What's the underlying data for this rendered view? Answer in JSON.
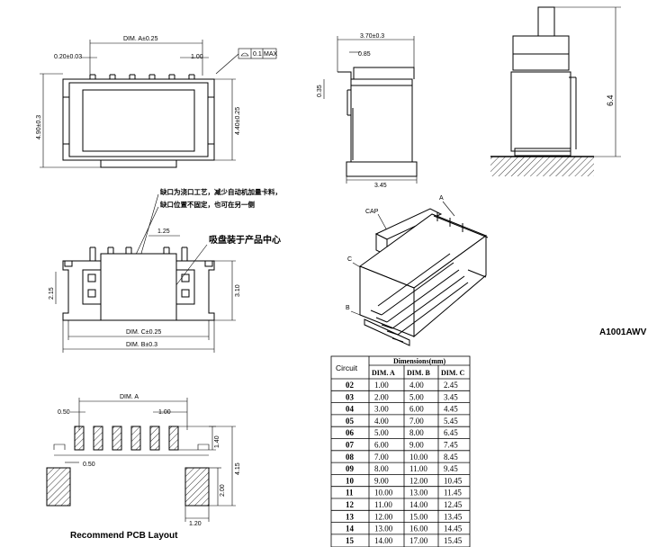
{
  "top_view": {
    "dim_a": "DIM. A±0.25",
    "pitch_tol": "0.20±0.03",
    "pitch": "1.00",
    "flatness": "0.1",
    "flatness_max": "MAX",
    "height_total": "4.90±0.3",
    "height_body": "4.40±0.25"
  },
  "side_view": {
    "width_top": "3.70±0.3",
    "pin_thk": "0.85",
    "offset": "0.35",
    "width_bottom": "3.45"
  },
  "height_view": {
    "height": "6.4"
  },
  "front_view": {
    "note_line1": "缺口为浇口工艺，减少自动机加量卡料，",
    "note_line2": "缺口位置不固定，也可在另一侧",
    "center_note": "吸盘装于产品中心",
    "pitch": "1.25",
    "side_dim": "2.15",
    "height": "3.10",
    "dim_c": "DIM. C±0.25",
    "dim_b": "DIM. B±0.3"
  },
  "iso_view": {
    "label_cap": "CAP",
    "label_a": "A",
    "label_b": "B",
    "label_c": "C"
  },
  "part_number": "A1001AWV",
  "pcb": {
    "dim_a": "DIM. A",
    "pad_w": "0.50",
    "pitch": "1.00",
    "gap": "0.50",
    "pad_h": "1.40",
    "total_h": "4.15",
    "mount_h": "2.00",
    "mount_w": "1.20",
    "caption": "Recommend PCB Layout"
  },
  "table": {
    "circuit_header": "Circuit",
    "dims_header": "Dimensions(mm)",
    "columns": [
      "DIM. A",
      "DIM. B",
      "DIM. C"
    ],
    "rows": [
      [
        "02",
        "1.00",
        "4.00",
        "2.45"
      ],
      [
        "03",
        "2.00",
        "5.00",
        "3.45"
      ],
      [
        "04",
        "3.00",
        "6.00",
        "4.45"
      ],
      [
        "05",
        "4.00",
        "7.00",
        "5.45"
      ],
      [
        "06",
        "5.00",
        "8.00",
        "6.45"
      ],
      [
        "07",
        "6.00",
        "9.00",
        "7.45"
      ],
      [
        "08",
        "7.00",
        "10.00",
        "8.45"
      ],
      [
        "09",
        "8.00",
        "11.00",
        "9.45"
      ],
      [
        "10",
        "9.00",
        "12.00",
        "10.45"
      ],
      [
        "11",
        "10.00",
        "13.00",
        "11.45"
      ],
      [
        "12",
        "11.00",
        "14.00",
        "12.45"
      ],
      [
        "13",
        "12.00",
        "15.00",
        "13.45"
      ],
      [
        "14",
        "13.00",
        "16.00",
        "14.45"
      ],
      [
        "15",
        "14.00",
        "17.00",
        "15.45"
      ]
    ]
  }
}
